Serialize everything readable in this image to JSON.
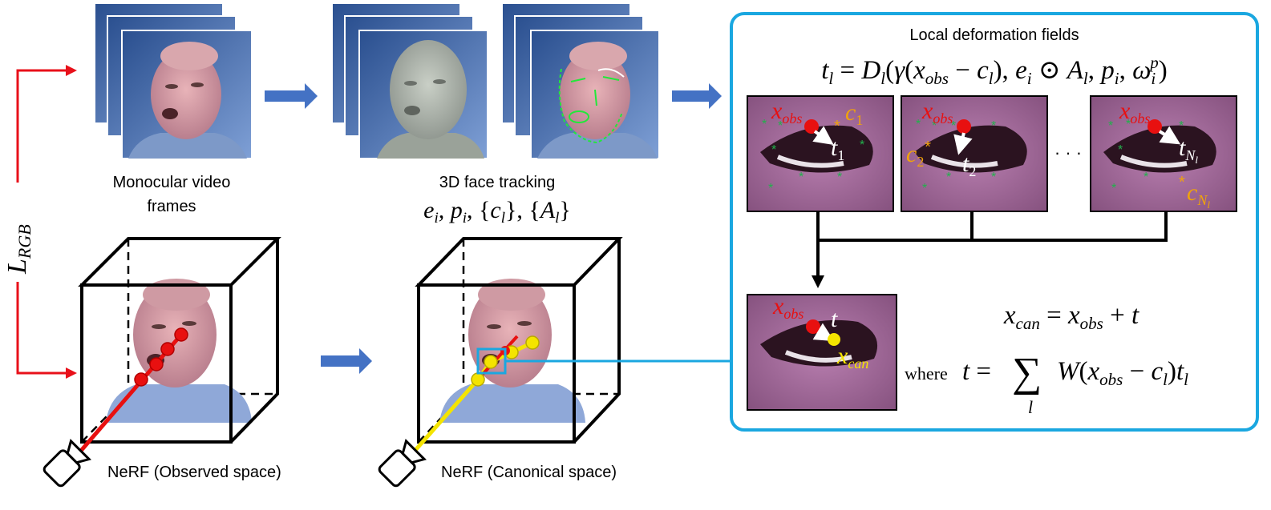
{
  "labels": {
    "video_frames_line1": "Monocular video",
    "video_frames_line2": "frames",
    "tracking_title": "3D face tracking",
    "tracking_params": "e_i, p_i, {c_l}, {A_l}",
    "observed_caption": "NeRF (Observed space)",
    "canonical_caption": "NeRF (Canonical space)",
    "loss_label": "L_RGB",
    "panel_title": "Local deformation fields",
    "ellipsis": "· · ·"
  },
  "equations": {
    "deformation": "t_l = D_l(γ(x_obs − c_l), e_i ⊙ A_l, p_i, ω_i^p)",
    "canonical_point": "x_can = x_obs + t",
    "where_word": "where",
    "blend": "t = Σ_l W(x_obs − c_l) t_l"
  },
  "crop_labels": {
    "x_obs": "x_obs",
    "c1": "c_1",
    "t1": "t_1",
    "c2": "c_2",
    "t2": "t_2",
    "tNl": "t_Nl",
    "cNl": "c_Nl",
    "t": "t",
    "x_can": "x_can"
  },
  "colors": {
    "ray_observed": "#e81010",
    "ray_canonical": "#f4e400",
    "flow_arrow": "#4472c4",
    "loss_arrow": "#e8101a",
    "panel_border": "#1aa7e0",
    "anchor_star": "#f0a30a",
    "landmark_star": "#22b14c",
    "lip_crop": "#a0689a"
  }
}
